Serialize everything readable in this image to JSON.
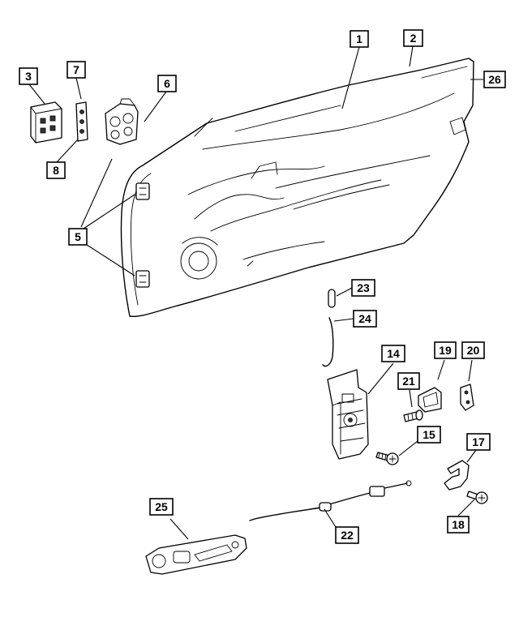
{
  "callouts": {
    "c1": "1",
    "c2": "2",
    "c3": "3",
    "c5": "5",
    "c6": "6",
    "c7": "7",
    "c8": "8",
    "c14": "14",
    "c15": "15",
    "c17": "17",
    "c18": "18",
    "c19": "19",
    "c20": "20",
    "c21": "21",
    "c22": "22",
    "c23": "23",
    "c24": "24",
    "c25": "25",
    "c26": "26"
  }
}
